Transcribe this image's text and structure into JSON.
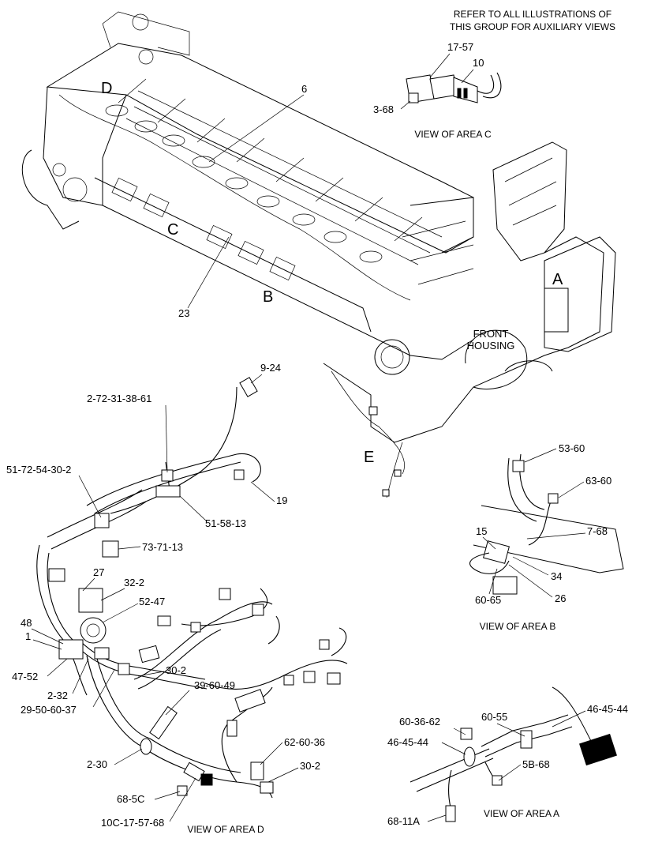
{
  "note": {
    "line1": "REFER TO ALL ILLUSTRATIONS OF",
    "line2": "THIS GROUP FOR AUXILIARY VIEWS"
  },
  "engine": {
    "areas": [
      "A",
      "B",
      "C",
      "D",
      "E"
    ],
    "front_housing": [
      "FRONT",
      "HOUSING"
    ],
    "callouts": [
      "6",
      "23"
    ]
  },
  "view_c": {
    "title": "VIEW OF AREA C",
    "callouts": [
      "17-57",
      "10",
      "3-68"
    ]
  },
  "view_b": {
    "title": "VIEW OF AREA B",
    "callouts": [
      "53-60",
      "63-60",
      "15",
      "7-68",
      "34",
      "26",
      "60-65"
    ]
  },
  "view_a": {
    "title": "VIEW OF AREA A",
    "callouts": [
      "60-36-62",
      "60-55",
      "46-45-44",
      "46-45-44",
      "5B-68",
      "68-11A"
    ]
  },
  "view_d": {
    "title": "VIEW OF AREA D",
    "callouts": [
      "9-24",
      "2-72-31-38-61",
      "51-72-54-30-2",
      "19",
      "51-58-13",
      "73-71-13",
      "27",
      "32-2",
      "52-47",
      "48",
      "1",
      "47-52",
      "2-32",
      "29-50-60-37",
      "30-2",
      "39-60-49",
      "62-60-36",
      "30-2",
      "2-30",
      "68-5C",
      "10C-17-57-68"
    ]
  }
}
